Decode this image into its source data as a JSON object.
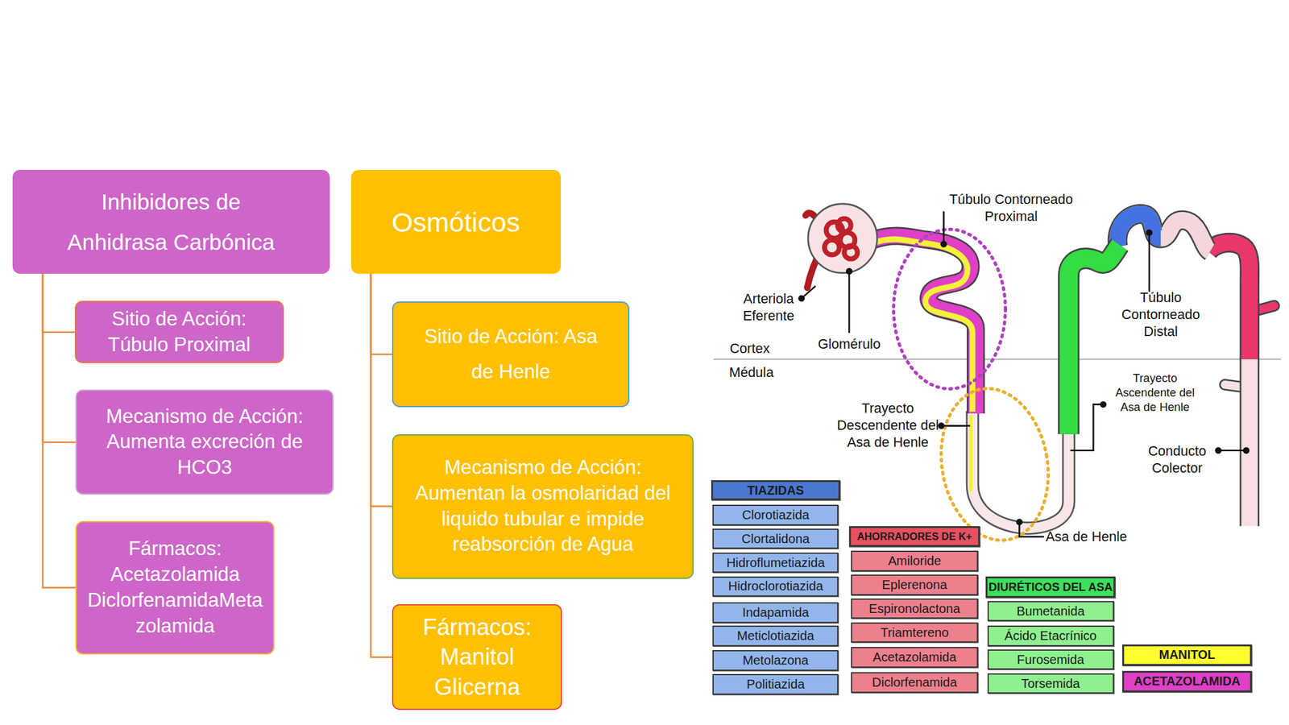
{
  "diagram": {
    "nodes": [
      {
        "text": [
          "Inhibidores de Anhidrasa Carbónica"
        ]
      },
      {
        "text": [
          "Sitio de Acción: Túbulo Proximal"
        ]
      },
      {
        "text": [
          "Mecanismo de Acción: Aumenta excreción de HCO3"
        ]
      },
      {
        "text": [
          "Fármacos: Acetazolamida DiclorfenamidaMetazolamida"
        ]
      },
      {
        "text": [
          "Osmóticos"
        ]
      },
      {
        "text": [
          "Sitio de Acción: Asa de Henle"
        ]
      },
      {
        "text": [
          "Mecanismo de Acción: Aumentan la osmolaridad del liquido tubular e impide reabsorción de Agua"
        ]
      },
      {
        "text": [
          "Fármacos: Manitol Glicerna"
        ]
      }
    ],
    "edges": [
      {
        "from": 0,
        "to": 1,
        "arrow": "none"
      },
      {
        "from": 0,
        "to": 2,
        "arrow": "none"
      },
      {
        "from": 0,
        "to": 3,
        "arrow": "none"
      },
      {
        "from": 4,
        "to": 5,
        "arrow": "none"
      },
      {
        "from": 4,
        "to": 6,
        "arrow": "none"
      },
      {
        "from": 4,
        "to": 7,
        "arrow": "none"
      }
    ],
    "labels": [
      "Túbulo Contorneado Proximal",
      "Arteriola Eferente",
      "Glomérulo",
      "Cortex",
      "Médula",
      "Trayecto Descendente del Asa de Henle",
      "Túbulo Contorneado Distal",
      "Trayecto Ascendente del Asa de Henle",
      "Conducto Colector",
      "Asa de Henle",
      "TIAZIDAS",
      "Clorotiazida",
      "Clortalidona",
      "Hidroflumetiazida",
      "Hidroclorotiazida",
      "Indapamida",
      "Meticlotiazida",
      "Metolazona",
      "Politiazida",
      "AHORRADORES DE K+",
      "Amiloride",
      "Eplerenona",
      "Espironolactona",
      "Triamtereno",
      "Acetazolamida",
      "Diclorfenamida",
      "DIURÉTICOS DEL ASA",
      "Bumetanida",
      "Ácido Etacrínico",
      "Furosemida",
      "Torsemida",
      "MANITOL",
      "ACETAZOLAMIDA"
    ]
  }
}
